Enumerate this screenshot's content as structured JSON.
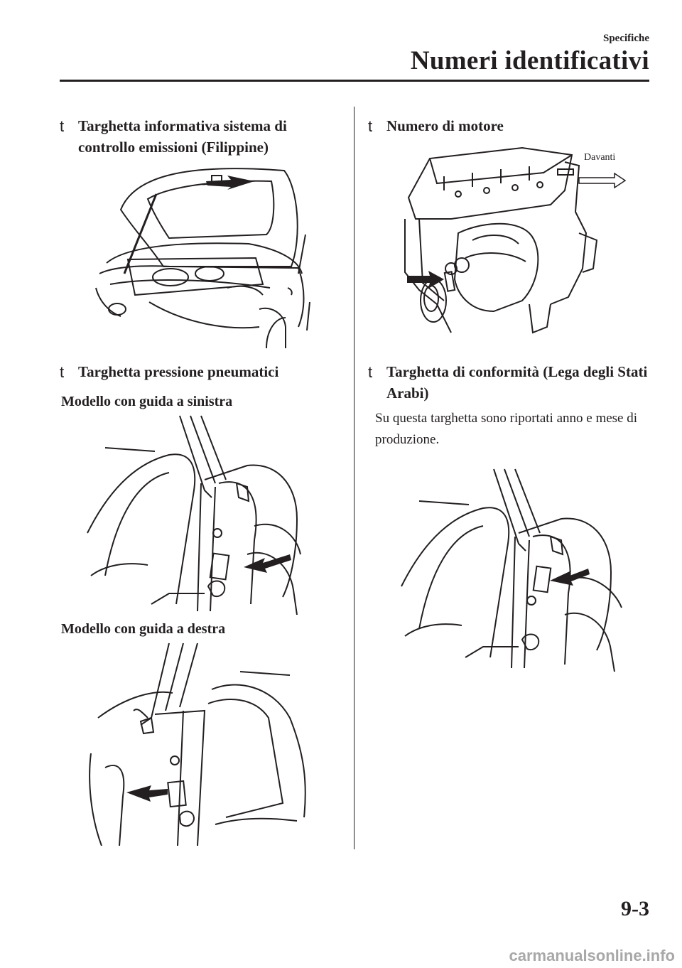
{
  "header": {
    "section": "Specifiche",
    "title": "Numeri identificativi"
  },
  "left_column": {
    "emission_plate": {
      "bullet": "t",
      "title": "Targhetta informativa sistema di controllo emissioni (Filippine)"
    },
    "tire_pressure": {
      "bullet": "t",
      "title": "Targhetta pressione pneumatici",
      "lhd_label": "Modello con guida a sinistra",
      "rhd_label": "Modello con guida a destra"
    }
  },
  "right_column": {
    "engine_number": {
      "bullet": "t",
      "title": "Numero di motore",
      "front_label": "Davanti"
    },
    "conformity_plate": {
      "bullet": "t",
      "title": "Targhetta di conformità (Lega degli Stati Arabi)",
      "body": "Su questa targhetta sono riportati anno e mese di produzione."
    }
  },
  "page_number": "9-3",
  "watermark": "carmanualsonline.info",
  "colors": {
    "text": "#231f20",
    "watermark": "#a8a8a8"
  }
}
